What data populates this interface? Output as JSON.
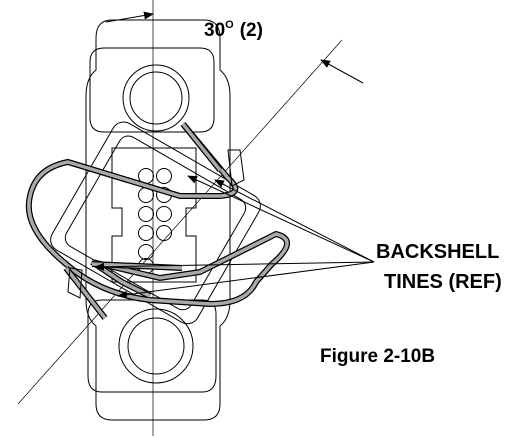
{
  "angle_label": "30",
  "angle_degree_mark": "O",
  "angle_note": "(2)",
  "callout_line1": "BACKSHELL",
  "callout_line2": "TINES (REF)",
  "figure_caption": "Figure 2-10B",
  "colors": {
    "line": "#000000",
    "tie_fill": "#a9a9a9",
    "background": "#ffffff"
  }
}
